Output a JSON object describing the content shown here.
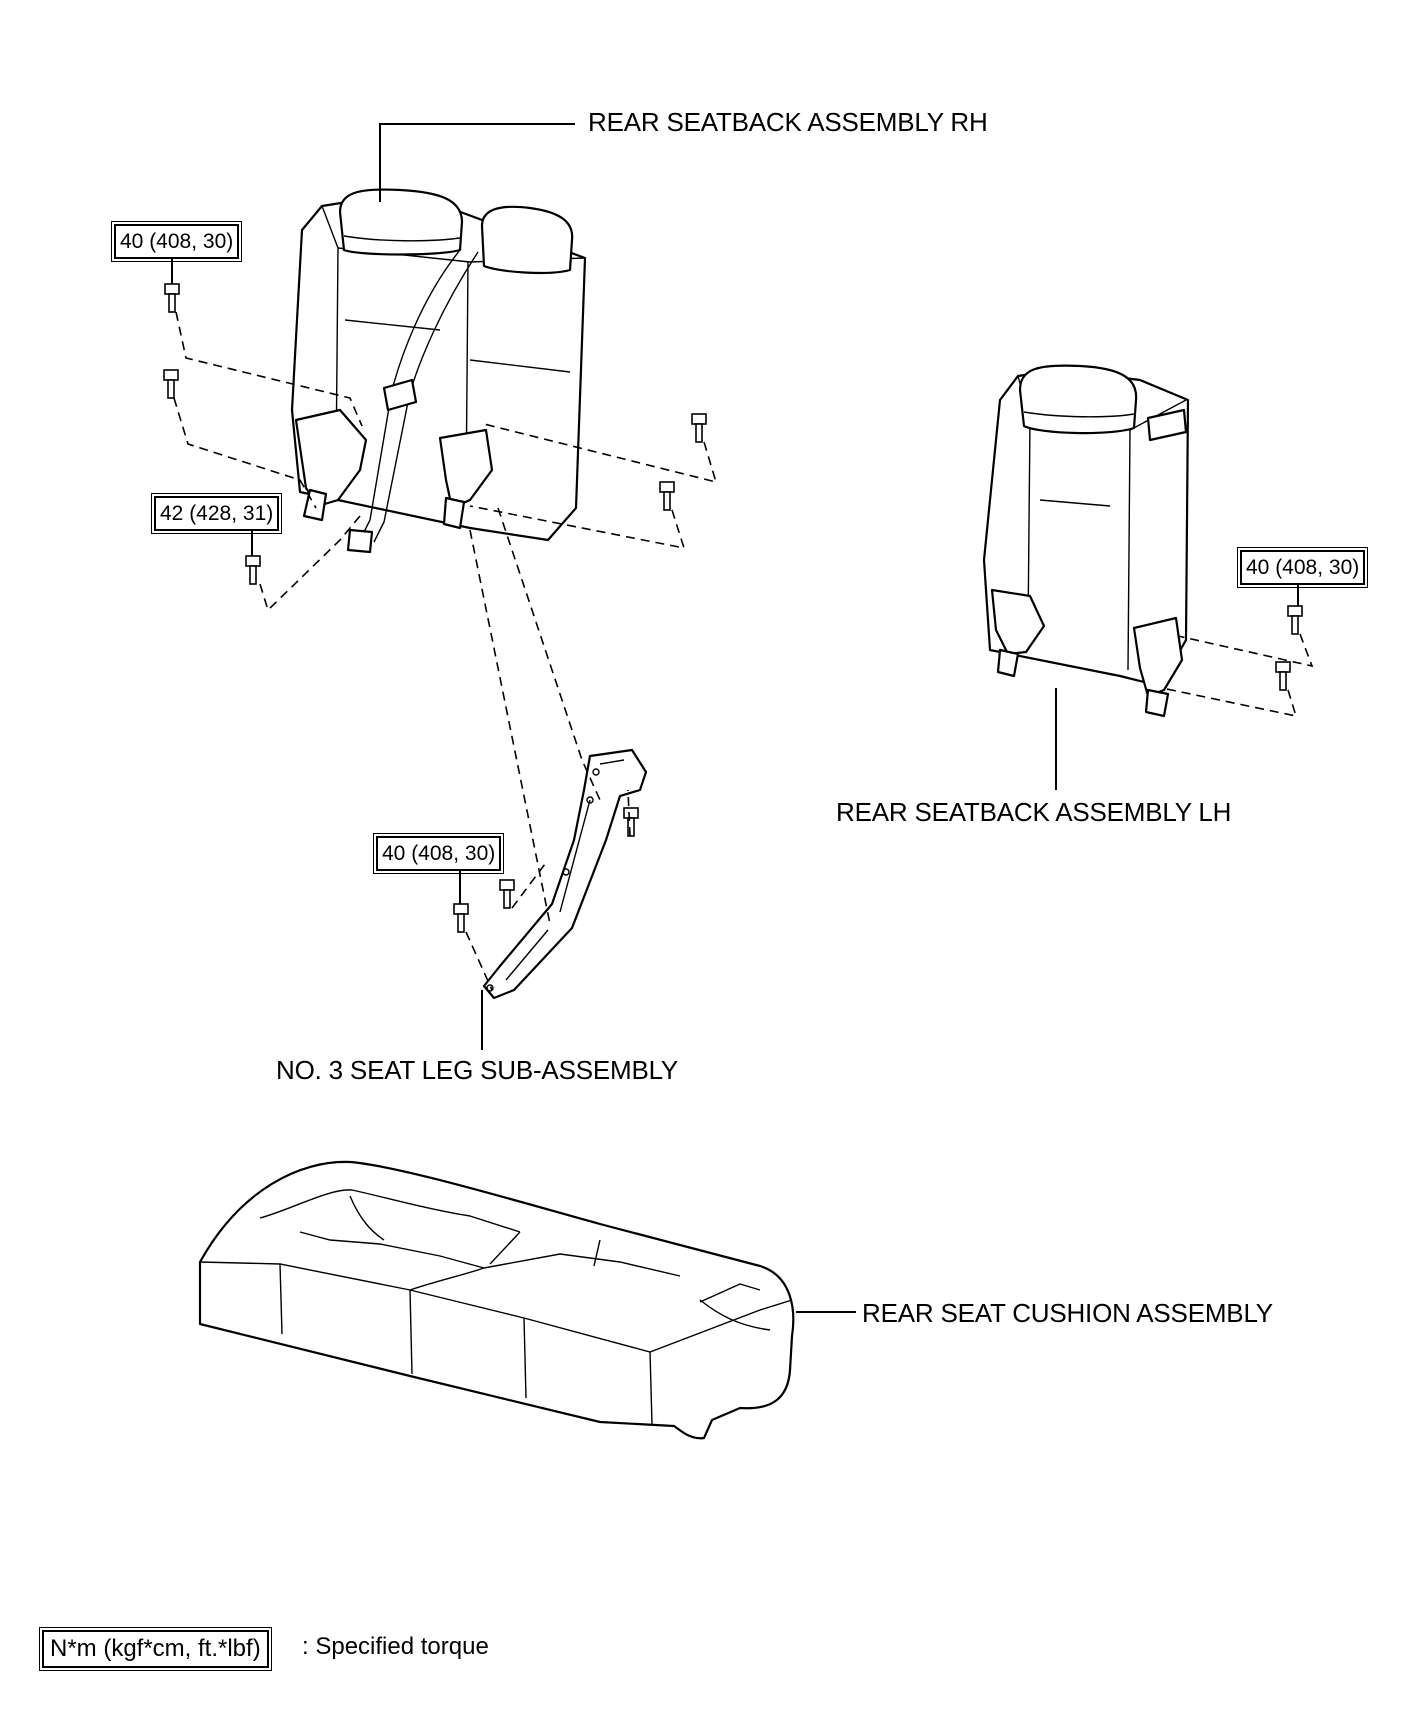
{
  "labels": {
    "rear_seatback_rh": "REAR SEATBACK ASSEMBLY RH",
    "rear_seatback_lh": "REAR SEATBACK ASSEMBLY LH",
    "no3_seat_leg": "NO. 3 SEAT LEG SUB-ASSEMBLY",
    "rear_seat_cushion": "REAR SEAT CUSHION ASSEMBLY"
  },
  "torques": {
    "rh_upper_left": "40 (408, 30)",
    "rh_lower_left": "42 (428, 31)",
    "lh_right": "40 (408, 30)",
    "seat_leg": "40 (408, 30)"
  },
  "legend": {
    "box": "N*m (kgf*cm, ft.*lbf)",
    "text": ": Specified torque"
  }
}
